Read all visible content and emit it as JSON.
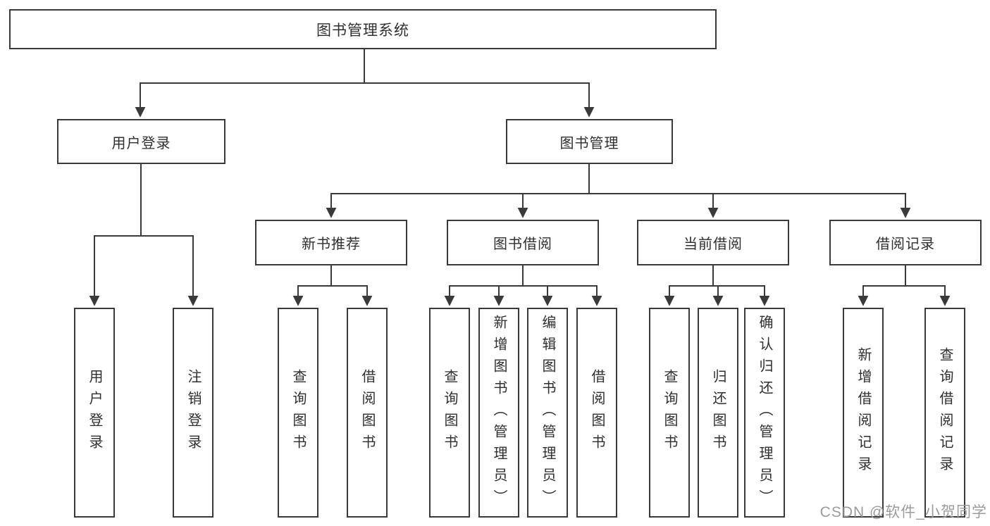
{
  "diagram_type": "hierarchy-tree",
  "tree": {
    "label": "图书管理系统",
    "children": [
      {
        "label": "用户登录",
        "children": [
          {
            "label": "用户登录"
          },
          {
            "label": "注销登录"
          }
        ]
      },
      {
        "label": "图书管理",
        "children": [
          {
            "label": "新书推荐",
            "children": [
              {
                "label": "查询图书"
              },
              {
                "label": "借阅图书"
              }
            ]
          },
          {
            "label": "图书借阅",
            "children": [
              {
                "label": "查询图书"
              },
              {
                "label": "新增图书（管理员）"
              },
              {
                "label": "编辑图书（管理员）"
              },
              {
                "label": "借阅图书"
              }
            ]
          },
          {
            "label": "当前借阅",
            "children": [
              {
                "label": "查询图书"
              },
              {
                "label": "归还图书"
              },
              {
                "label": "确认归还（管理员）"
              }
            ]
          },
          {
            "label": "借阅记录",
            "children": [
              {
                "label": "新增借阅记录"
              },
              {
                "label": "查询借阅记录"
              }
            ]
          }
        ]
      }
    ]
  },
  "watermark": {
    "text": "CSDN @软件_小贺同学"
  },
  "colors": {
    "line": "#3a3a3a",
    "box_border": "#3a3a3a",
    "text": "#2f2f2f",
    "watermark_text": "#9b9b9b",
    "background": "#ffffff"
  }
}
